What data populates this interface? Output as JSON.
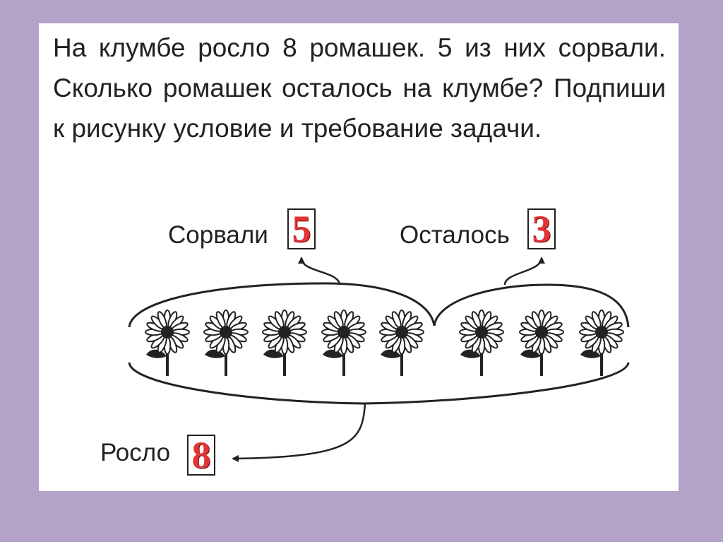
{
  "task": {
    "text": "На клумбе росло 8 ромашек. 5 из них сорвали. Сколько ромашек осталось на клумбе? Подпиши к рисунку условие и требование задачи."
  },
  "labels": {
    "picked": "Сорвали",
    "remaining": "Осталось",
    "grew": "Росло"
  },
  "numbers": {
    "picked": "5",
    "remaining": "3",
    "grew": "8"
  },
  "flowers": {
    "total": 8,
    "picked_group": 5,
    "remaining_group": 3
  },
  "colors": {
    "background": "#b3a3c9",
    "slide": "#ffffff",
    "number": "#e23434",
    "ink": "#222222"
  }
}
